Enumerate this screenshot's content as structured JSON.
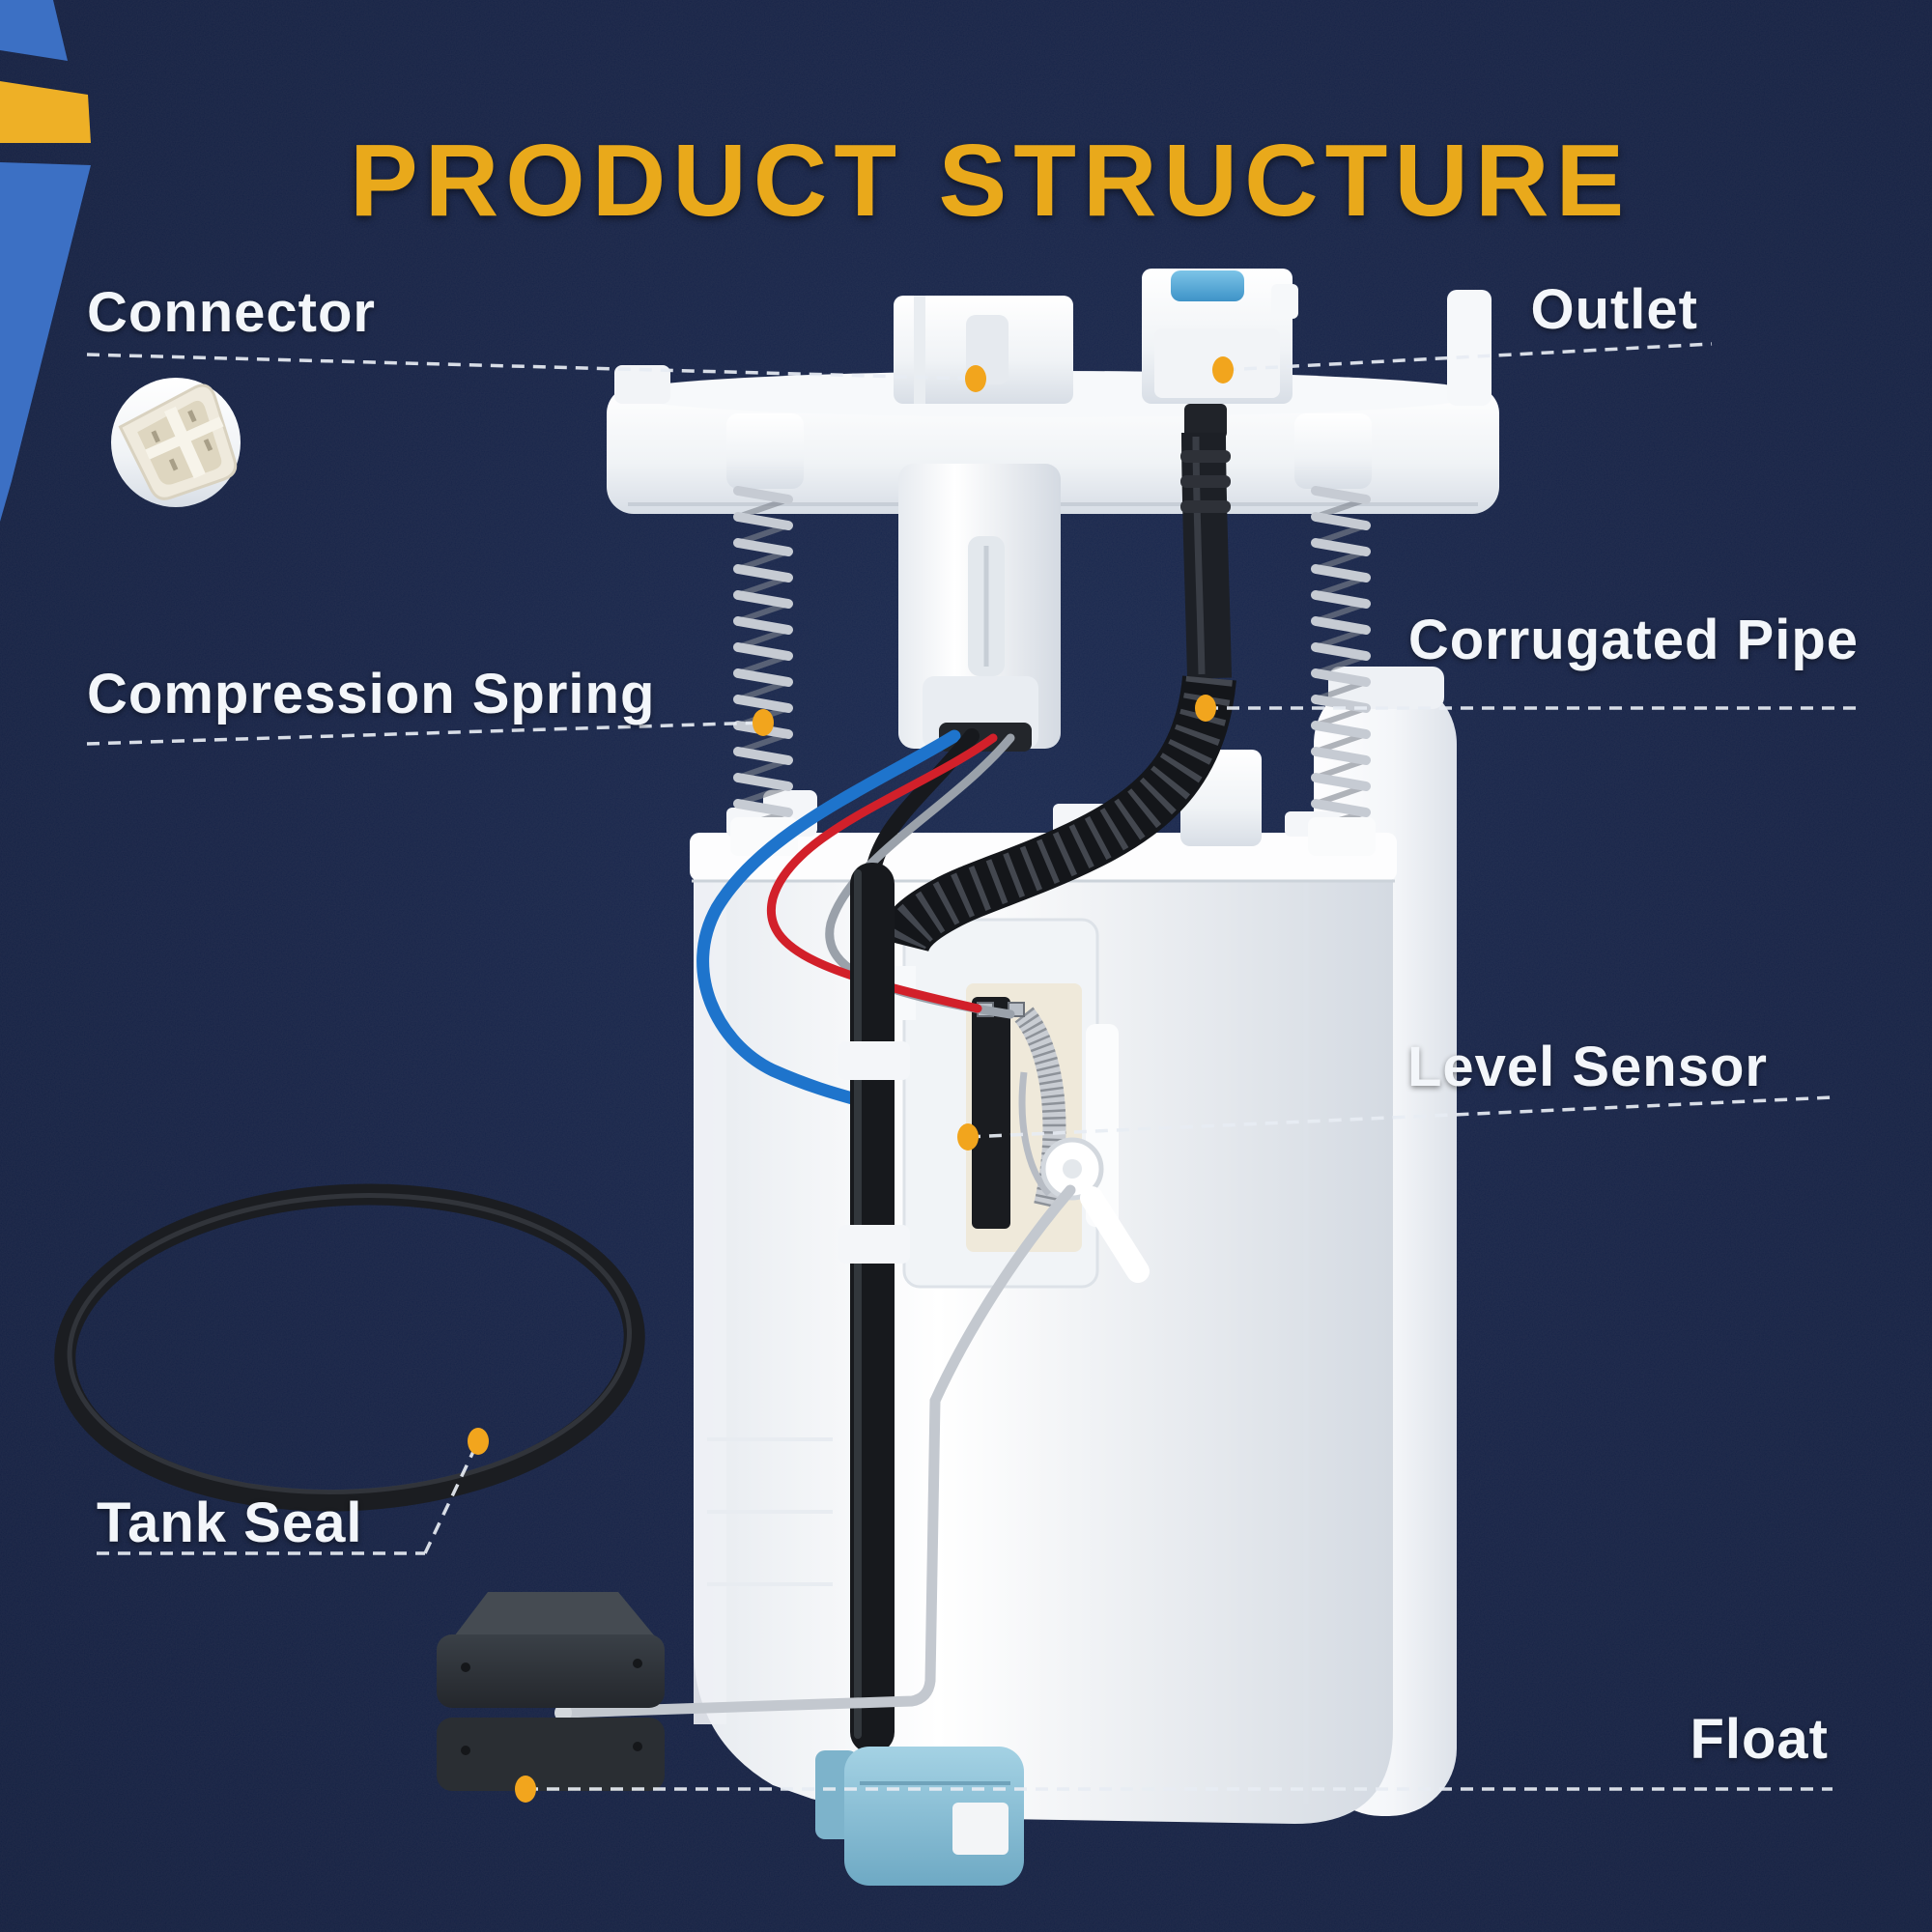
{
  "title": "PRODUCT STRUCTURE",
  "callouts": {
    "connector": {
      "label": "Connector"
    },
    "outlet": {
      "label": "Outlet"
    },
    "compression_spring": {
      "label": "Compression Spring"
    },
    "corrugated_pipe": {
      "label": "Corrugated Pipe"
    },
    "level_sensor": {
      "label": "Level Sensor"
    },
    "tank_seal": {
      "label": "Tank Seal"
    },
    "float": {
      "label": "Float"
    }
  },
  "illustration": {
    "subject": "fuel pump module assembly",
    "parts": [
      "top-flange",
      "electrical-connector",
      "fuel-outlet",
      "compression-spring-left",
      "compression-spring-right",
      "corrugated-pipe",
      "wiring-harness",
      "reservoir-body",
      "level-sensor",
      "sender-rod",
      "float",
      "fuel-strainer",
      "tank-seal-oring",
      "connector-closeup"
    ]
  },
  "colors": {
    "background_navy": "#152349",
    "title_gold": "#e9a91b",
    "corner_blue": "#3c70c4",
    "corner_yellow": "#eeb026",
    "label_white": "#f3f6fa",
    "leader_dash": "#e8edf4",
    "callout_dot_orange": "#f2a51d",
    "outlet_cap_blue": "#4aa6da",
    "strainer_blue": "#8cc3da"
  }
}
